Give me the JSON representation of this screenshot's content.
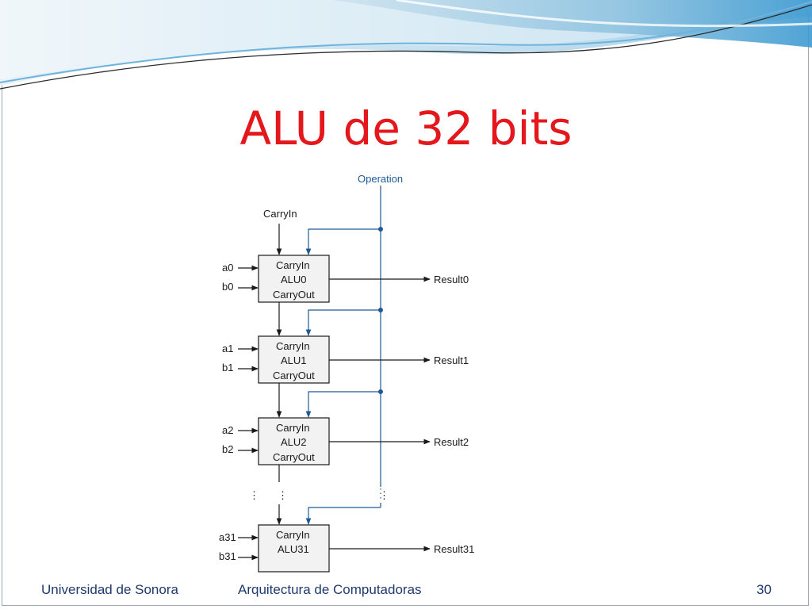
{
  "title": "ALU de 32 bits",
  "diagram": {
    "operation_label": "Operation",
    "carry_in_label": "CarryIn",
    "alus": [
      {
        "carry_in": "CarryIn",
        "name": "ALU0",
        "carry_out": "CarryOut",
        "a": "a0",
        "b": "b0",
        "result": "Result0"
      },
      {
        "carry_in": "CarryIn",
        "name": "ALU1",
        "carry_out": "CarryOut",
        "a": "a1",
        "b": "b1",
        "result": "Result1"
      },
      {
        "carry_in": "CarryIn",
        "name": "ALU2",
        "carry_out": "CarryOut",
        "a": "a2",
        "b": "b2",
        "result": "Result2"
      },
      {
        "carry_in": "CarryIn",
        "name": "ALU31",
        "carry_out": "",
        "a": "a31",
        "b": "b31",
        "result": "Result31"
      }
    ],
    "ellipsis": "⋮",
    "colors": {
      "wire": "#1a1a1a",
      "operation_wire": "#1f5a96",
      "box_fill": "#f2f2f2"
    }
  },
  "footer": {
    "left": "Universidad de Sonora",
    "center": "Arquitectura de Computadoras",
    "page": "30"
  }
}
